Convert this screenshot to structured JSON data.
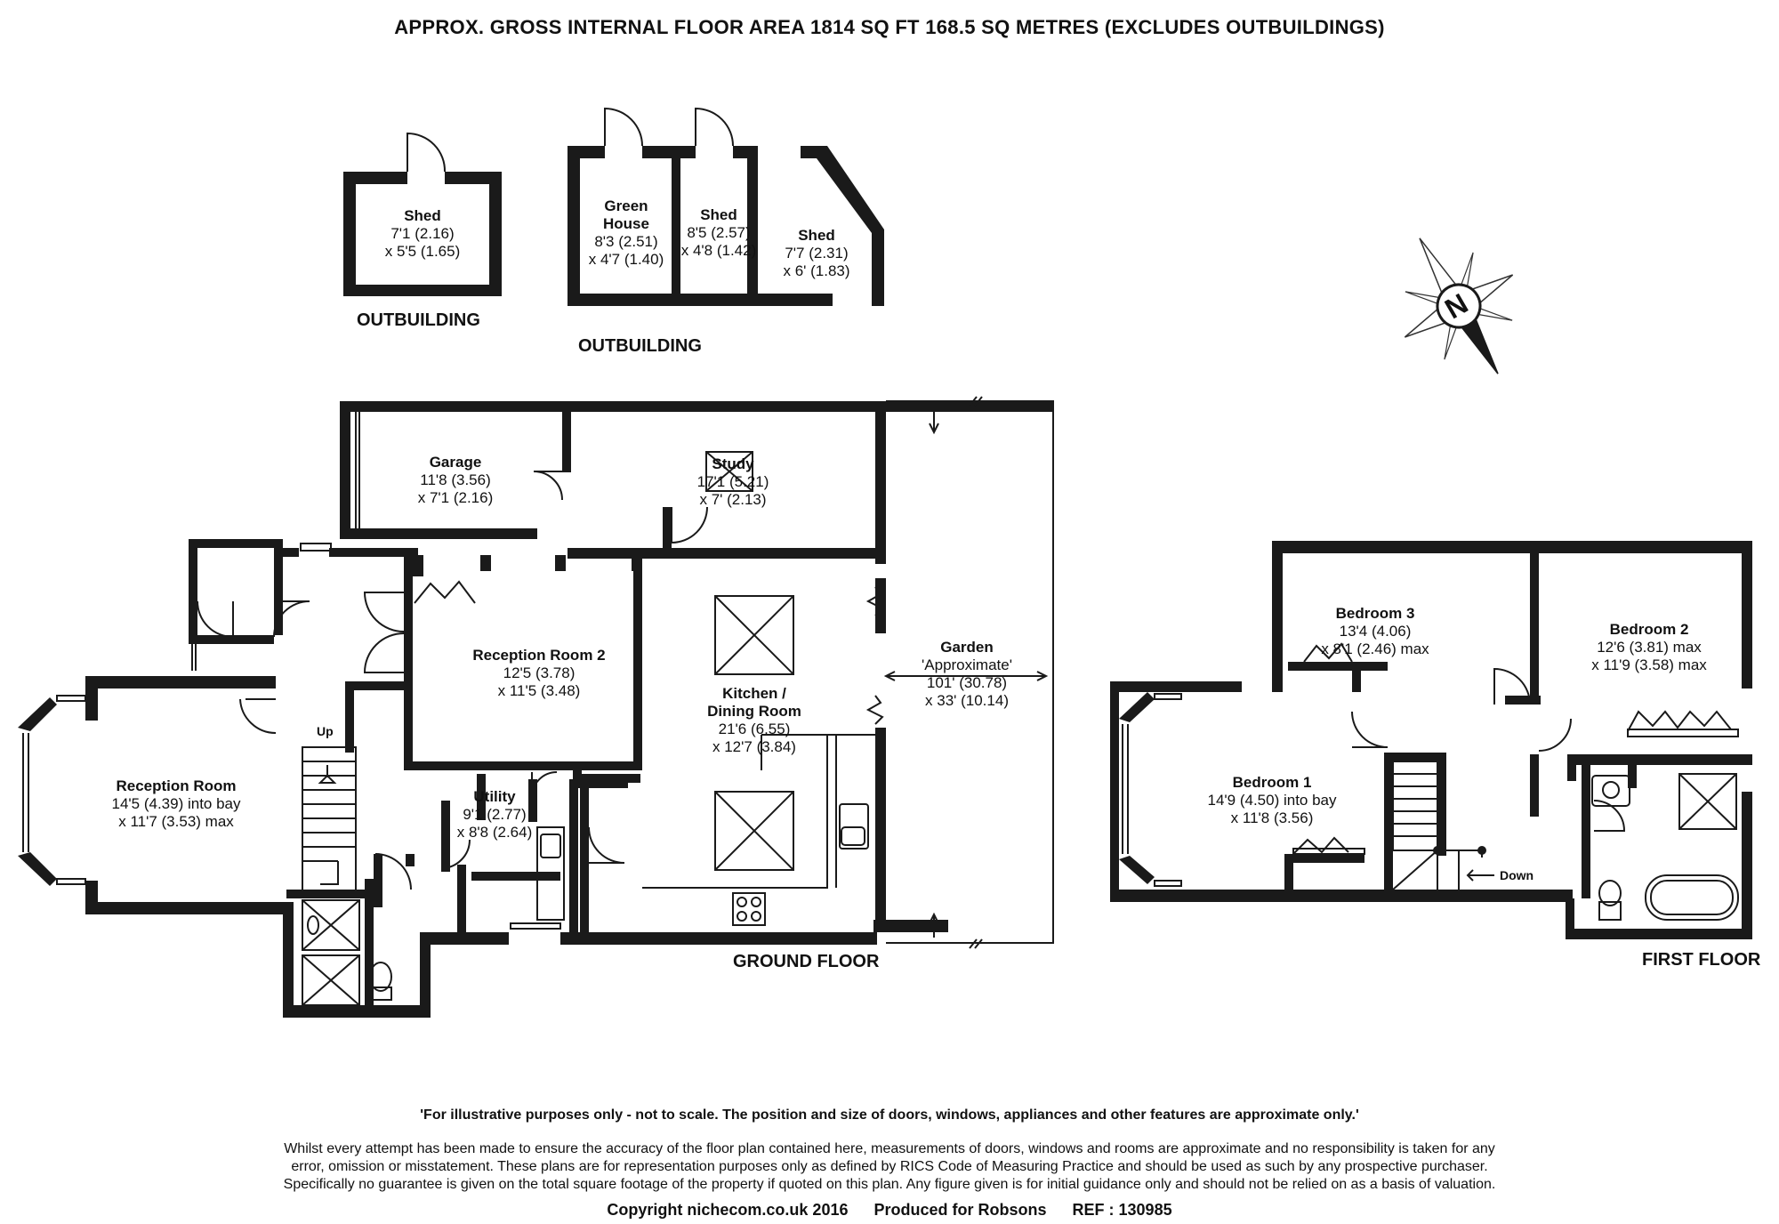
{
  "header": {
    "title": "APPROX. GROSS INTERNAL FLOOR AREA 1814 SQ FT 168.5 SQ METRES (EXCLUDES OUTBUILDINGS)"
  },
  "outbuildings": {
    "label_left": "OUTBUILDING",
    "label_right": "OUTBUILDING",
    "shed1": {
      "name": "Shed",
      "dim1": "7'1 (2.16)",
      "dim2": "x 5'5 (1.65)"
    },
    "greenhouse": {
      "name1": "Green",
      "name2": "House",
      "dim1": "8'3 (2.51)",
      "dim2": "x 4'7 (1.40)"
    },
    "shed2": {
      "name": "Shed",
      "dim1": "8'5 (2.57)",
      "dim2": "x 4'8 (1.42)"
    },
    "shed3": {
      "name": "Shed",
      "dim1": "7'7 (2.31)",
      "dim2": "x 6' (1.83)"
    }
  },
  "ground_floor": {
    "label": "GROUND FLOOR",
    "garage": {
      "name": "Garage",
      "dim1": "11'8 (3.56)",
      "dim2": "x 7'1 (2.16)"
    },
    "study": {
      "name": "Study",
      "dim1": "17'1 (5.21)",
      "dim2": "x 7' (2.13)"
    },
    "reception2": {
      "name": "Reception Room 2",
      "dim1": "12'5 (3.78)",
      "dim2": "x 11'5 (3.48)"
    },
    "kitchen": {
      "name1": "Kitchen /",
      "name2": "Dining Room",
      "dim1": "21'6 (6.55)",
      "dim2": "x 12'7 (3.84)"
    },
    "garden": {
      "name": "Garden",
      "note": "'Approximate'",
      "dim1": "101' (30.78)",
      "dim2": "x 33' (10.14)"
    },
    "reception": {
      "name": "Reception Room",
      "dim1": "14'5 (4.39) into bay",
      "dim2": "x 11'7 (3.53) max"
    },
    "utility": {
      "name": "Utility",
      "dim1": "9'1 (2.77)",
      "dim2": "x 8'8 (2.64)"
    },
    "stairs_label": "Up"
  },
  "first_floor": {
    "label": "FIRST FLOOR",
    "bedroom3": {
      "name": "Bedroom 3",
      "dim1": "13'4 (4.06)",
      "dim2": "x 8'1 (2.46) max"
    },
    "bedroom2": {
      "name": "Bedroom 2",
      "dim1": "12'6 (3.81) max",
      "dim2": "x 11'9 (3.58) max"
    },
    "bedroom1": {
      "name": "Bedroom 1",
      "dim1": "14'9 (4.50) into bay",
      "dim2": "x 11'8 (3.56)"
    },
    "stairs_label": "Down"
  },
  "compass": {
    "letter": "N"
  },
  "footer": {
    "disclaimer": "'For illustrative purposes only - not to scale.  The position and size of doors, windows, appliances and other features are approximate only.'",
    "line1": "Whilst every attempt has been made to ensure the accuracy of the floor plan contained here, measurements of doors, windows and rooms are approximate and no responsibility is taken for any",
    "line2": "error, omission or misstatement. These plans are for representation purposes only as defined by RICS Code of Measuring Practice and should be used as such by any prospective purchaser.",
    "line3": "Specifically no guarantee is given on the total square footage of the property if quoted on this plan. Any figure given is for initial guidance only and should not be relied on as a basis of valuation.",
    "copyright": "Copyright nichecom.co.uk 2016",
    "produced": "Produced for Robsons",
    "ref": "REF : 130985"
  }
}
